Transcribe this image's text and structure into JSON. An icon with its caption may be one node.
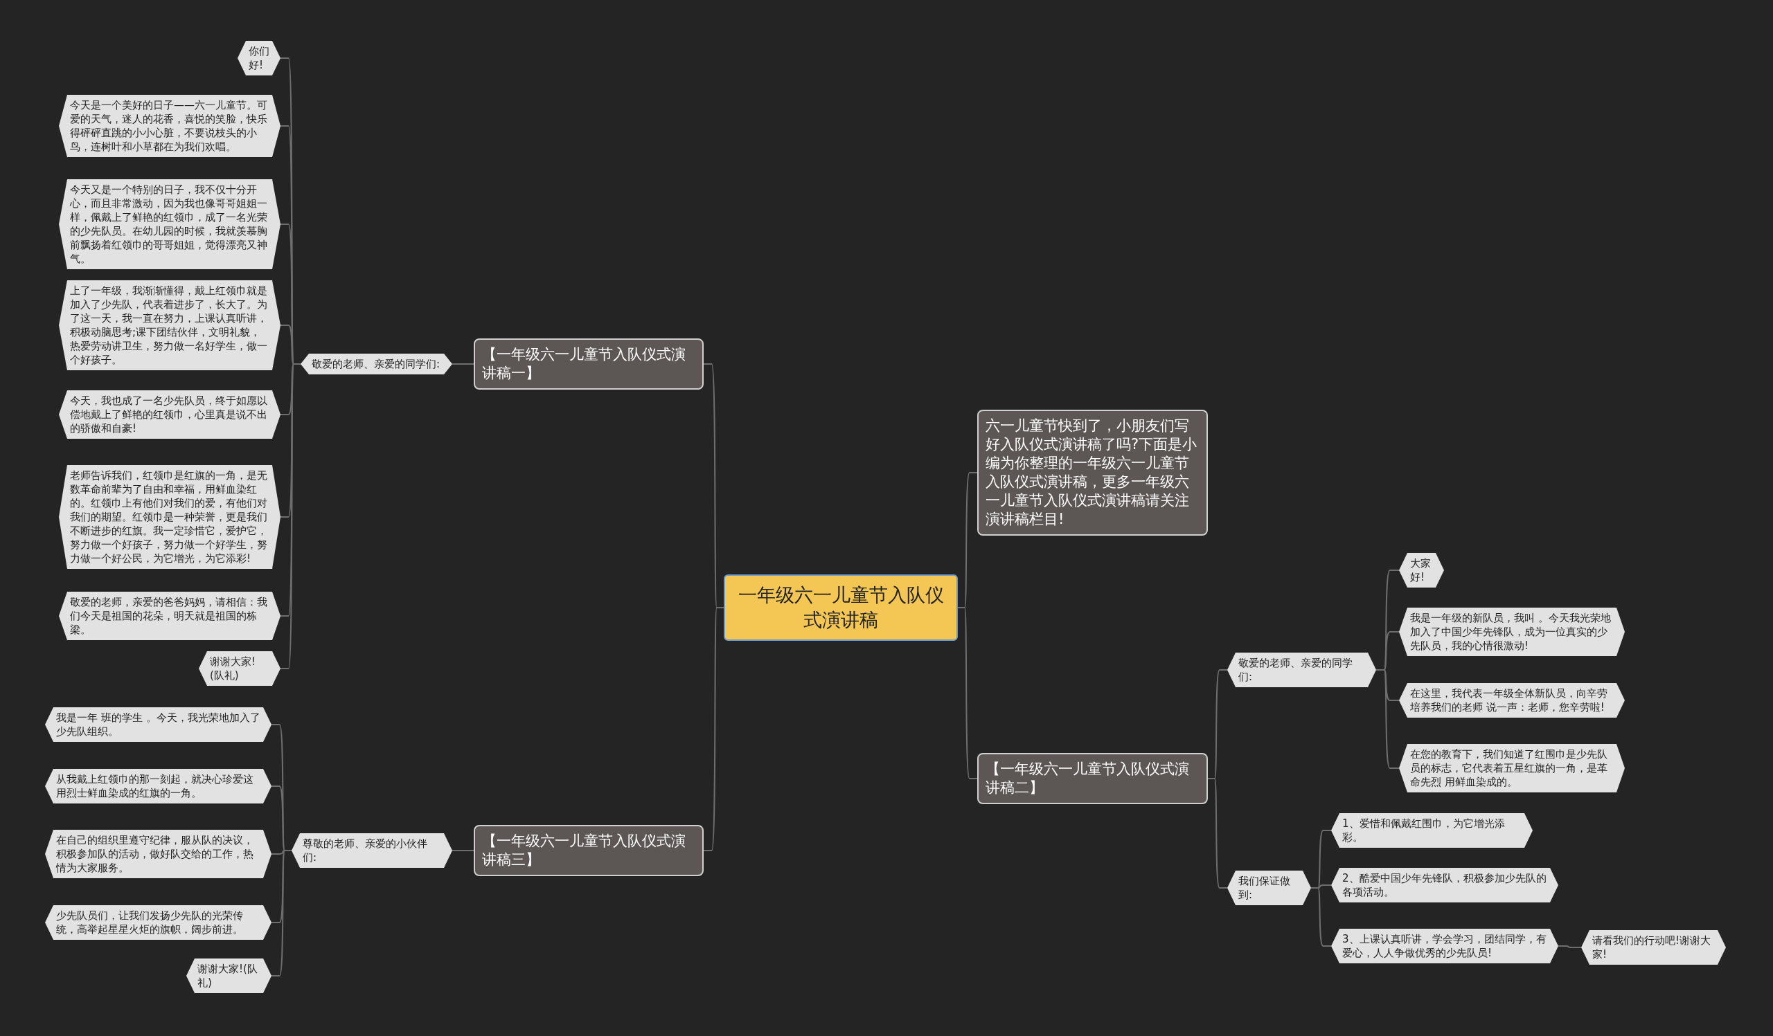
{
  "diagram": {
    "nodes": [
      {
        "text": [
          "一年级六一儿童节入队仪式演讲稿"
        ]
      },
      {
        "text": [
          "【一年级六一儿童节入队仪式演讲稿一】"
        ]
      },
      {
        "text": [
          "敬爱的老师、亲爱的同学们:"
        ]
      },
      {
        "text": [
          "你们好!"
        ]
      },
      {
        "text": [
          "今天是一个美好的日子——六一儿童节。可爱的天气，迷人的花香，喜悦的笑脸，快乐得砰砰直跳的小小心脏，不要说枝头的小鸟，连树叶和小草都在为我们欢唱。"
        ]
      },
      {
        "text": [
          "今天又是一个特别的日子，我不仅十分开心，而且非常激动，因为我也像哥哥姐姐一样，佩戴上了鲜艳的红领巾，成了一名光荣的少先队员。在幼儿园的时候，我就羡慕胸前飘扬着红领巾的哥哥姐姐，觉得漂亮又神气。"
        ]
      },
      {
        "text": [
          "上了一年级，我渐渐懂得，戴上红领巾就是加入了少先队，代表着进步了，长大了。为了这一天，我一直在努力，上课认真听讲，积极动脑思考;课下团结伙伴，文明礼貌，热爱劳动讲卫生，努力做一名好学生，做一个好孩子。"
        ]
      },
      {
        "text": [
          "今天，我也成了一名少先队员，终于如愿以偿地戴上了鲜艳的红领巾，心里真是说不出的骄傲和自豪!"
        ]
      },
      {
        "text": [
          "老师告诉我们，红领巾是红旗的一角，是无数革命前辈为了自由和幸福，用鲜血染红的。红领巾上有他们对我们的爱，有他们对我们的期望。红领巾是一种荣誉，更是我们不断进步的红旗。我一定珍惜它，爱护它，努力做一个好孩子，努力做一个好学生，努力做一个好公民，为它增光，为它添彩!"
        ]
      },
      {
        "text": [
          "敬爱的老师，亲爱的爸爸妈妈，请相信：我们今天是祖国的花朵，明天就是祖国的栋梁。"
        ]
      },
      {
        "text": [
          "谢谢大家!(队礼)"
        ]
      },
      {
        "text": [
          "【一年级六一儿童节入队仪式演讲稿三】"
        ]
      },
      {
        "text": [
          "尊敬的老师、亲爱的小伙伴们:"
        ]
      },
      {
        "text": [
          "我是一年 班的学生 。今天，我光荣地加入了少先队组织。"
        ]
      },
      {
        "text": [
          "从我戴上红领巾的那一刻起，就决心珍爱这用烈士鲜血染成的红旗的一角。"
        ]
      },
      {
        "text": [
          "在自己的组织里遵守纪律，服从队的决议，积极参加队的活动，做好队交给的工作，热情为大家服务。"
        ]
      },
      {
        "text": [
          "少先队员们，让我们发扬少先队的光荣传统，高举起星星火炬的旗帜，阔步前进。"
        ]
      },
      {
        "text": [
          "谢谢大家!(队礼)"
        ]
      },
      {
        "text": [
          "六一儿童节快到了，小朋友们写好入队仪式演讲稿了吗?下面是小编为你整理的一年级六一儿童节入队仪式演讲稿，更多一年级六一儿童节入队仪式演讲稿请关注演讲稿栏目!"
        ]
      },
      {
        "text": [
          "【一年级六一儿童节入队仪式演讲稿二】"
        ]
      },
      {
        "text": [
          "敬爱的老师、亲爱的同学们:"
        ]
      },
      {
        "text": [
          "大家好!"
        ]
      },
      {
        "text": [
          "我是一年级的新队员，我叫 。今天我光荣地加入了中国少年先锋队，成为一位真实的少先队员，我的心情很激动!"
        ]
      },
      {
        "text": [
          "在这里，我代表一年级全体新队员，向辛劳培养我们的老师 说一声：老师，您辛劳啦!"
        ]
      },
      {
        "text": [
          "在您的教育下，我们知道了红围巾是少先队员的标志，它代表着五星红旗的一角，是革命先烈 用鲜血染成的。"
        ]
      },
      {
        "text": [
          "我们保证做到:"
        ]
      },
      {
        "text": [
          "1、爱惜和佩戴红围巾，为它增光添彩。"
        ]
      },
      {
        "text": [
          "2、酷爱中国少年先锋队，积极参加少先队的各项活动。"
        ]
      },
      {
        "text": [
          "3、上课认真听讲，学会学习，团结同学，有爱心，人人争做优秀的少先队员!"
        ]
      },
      {
        "text": [
          "请看我们的行动吧!谢谢大家!"
        ]
      }
    ],
    "edges": [
      {
        "from": 0,
        "to": 1,
        "arrow": "none"
      },
      {
        "from": 1,
        "to": 2,
        "arrow": "none"
      },
      {
        "from": 2,
        "to": 3,
        "arrow": "none"
      },
      {
        "from": 2,
        "to": 4,
        "arrow": "none"
      },
      {
        "from": 2,
        "to": 5,
        "arrow": "none"
      },
      {
        "from": 2,
        "to": 6,
        "arrow": "none"
      },
      {
        "from": 2,
        "to": 7,
        "arrow": "none"
      },
      {
        "from": 2,
        "to": 8,
        "arrow": "none"
      },
      {
        "from": 2,
        "to": 9,
        "arrow": "none"
      },
      {
        "from": 2,
        "to": 10,
        "arrow": "none"
      },
      {
        "from": 0,
        "to": 11,
        "arrow": "none"
      },
      {
        "from": 11,
        "to": 12,
        "arrow": "none"
      },
      {
        "from": 12,
        "to": 13,
        "arrow": "none"
      },
      {
        "from": 12,
        "to": 14,
        "arrow": "none"
      },
      {
        "from": 12,
        "to": 15,
        "arrow": "none"
      },
      {
        "from": 12,
        "to": 16,
        "arrow": "none"
      },
      {
        "from": 12,
        "to": 17,
        "arrow": "none"
      },
      {
        "from": 0,
        "to": 18,
        "arrow": "none"
      },
      {
        "from": 0,
        "to": 19,
        "arrow": "none"
      },
      {
        "from": 19,
        "to": 20,
        "arrow": "none"
      },
      {
        "from": 20,
        "to": 21,
        "arrow": "none"
      },
      {
        "from": 20,
        "to": 22,
        "arrow": "none"
      },
      {
        "from": 20,
        "to": 23,
        "arrow": "none"
      },
      {
        "from": 20,
        "to": 24,
        "arrow": "none"
      },
      {
        "from": 19,
        "to": 25,
        "arrow": "none"
      },
      {
        "from": 25,
        "to": 26,
        "arrow": "none"
      },
      {
        "from": 25,
        "to": 27,
        "arrow": "none"
      },
      {
        "from": 25,
        "to": 28,
        "arrow": "none"
      },
      {
        "from": 28,
        "to": 29,
        "arrow": "none"
      }
    ]
  }
}
